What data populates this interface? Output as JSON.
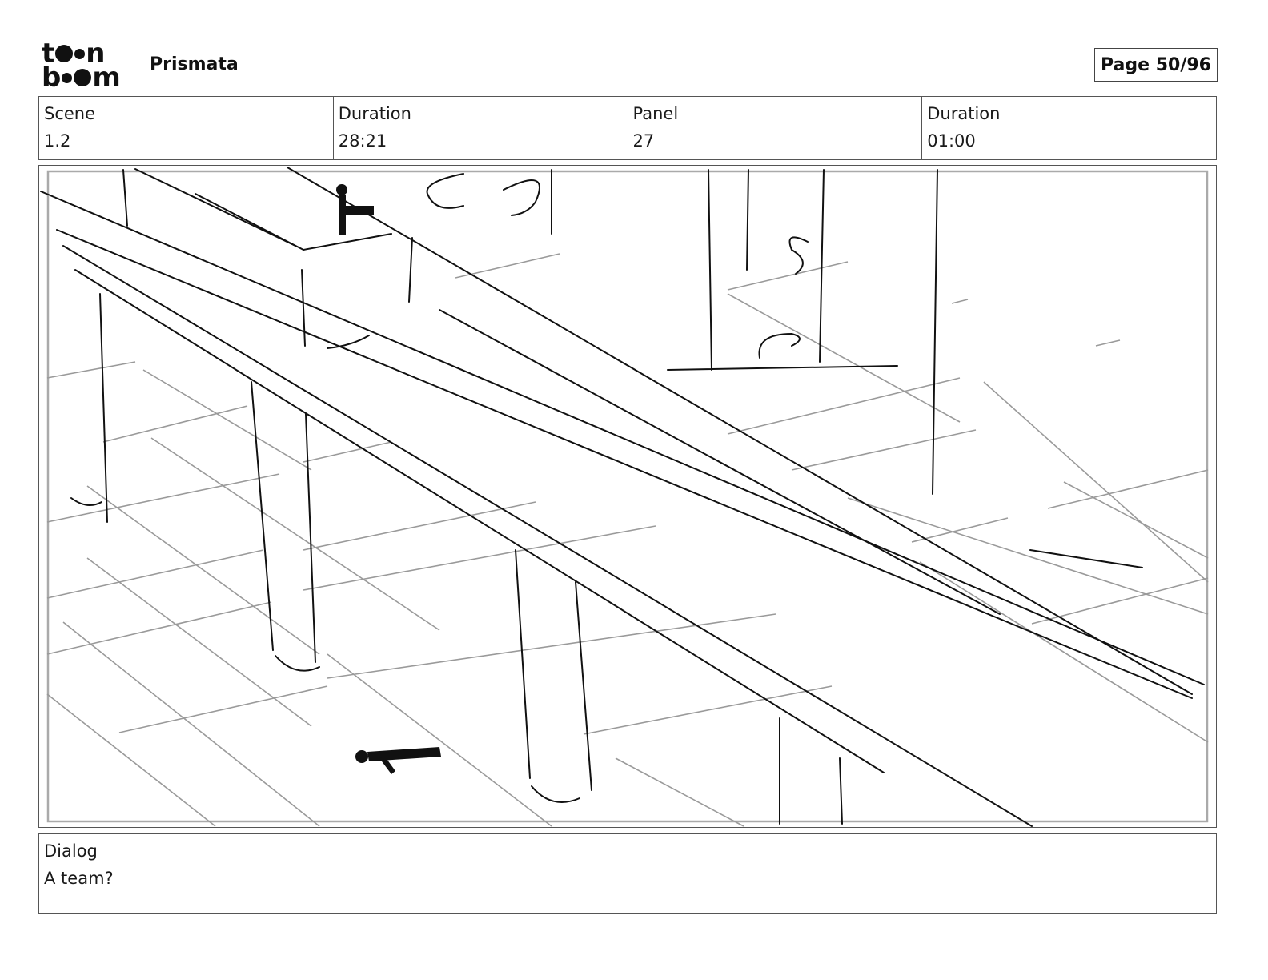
{
  "header": {
    "logo_text": "toon boom",
    "project": "Prismata",
    "page_label": "Page 50/96"
  },
  "info": {
    "scene_label": "Scene",
    "scene_value": "1.2",
    "scene_duration_label": "Duration",
    "scene_duration_value": "28:21",
    "panel_label": "Panel",
    "panel_value": "27",
    "panel_duration_label": "Duration",
    "panel_duration_value": "01:00"
  },
  "dialog": {
    "label": "Dialog",
    "text": "A team?"
  }
}
